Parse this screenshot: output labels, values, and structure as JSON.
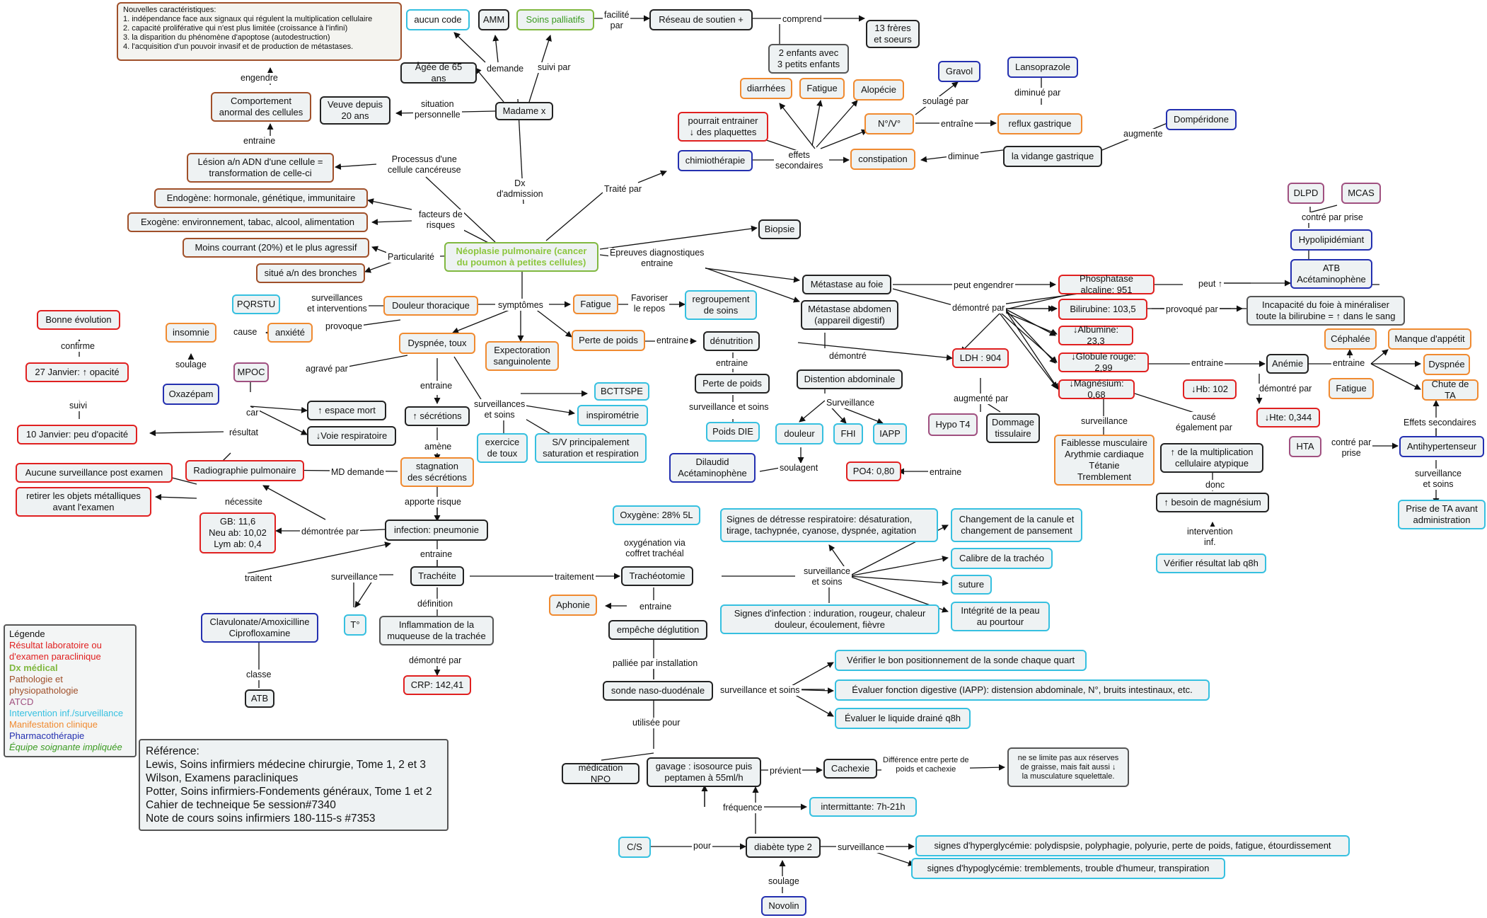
{
  "center": "Néoplasie pulmonaire (cancer\ndu poumon à petites cellules)",
  "nodes": {
    "nouvelles": "Nouvelles caractéristiques:\n1. indépendance face aux signaux qui régulent la multiplication cellulaire\n2. capacité proliférative qui n'est plus limitée (croissance à l'infini)\n3. la disparition du phénomène d'apoptose (autodestruction)\n4. l'acquisition d'un pouvoir invasif et de production de métastases.",
    "aucun_code": "aucun code",
    "amm": "AMM",
    "soins_palliatifs": "Soins palliatifs",
    "reseau": "Réseau de soutien +",
    "freres": "13 frères\net soeurs",
    "enfants": "2 enfants avec\n3 petits enfants",
    "age": "Âgée de 65 ans",
    "veuve": "Veuve depuis\n20 ans",
    "madame": "Madame x",
    "comportement": "Comportement\nanormal des cellules",
    "lesion": "Lésion a/n ADN d'une cellule =\ntransformation de celle-ci",
    "endogene": "Endogène: hormonale, génétique, immunitaire",
    "exogene": "Exogène: environnement, tabac, alcool, alimentation",
    "moins_courant": "Moins courrant (20%) et le plus agressif",
    "situe": "situé a/n des bronches",
    "diarrhees": "diarrhées",
    "fatigue_top": "Fatigue",
    "alopecie": "Alopécie",
    "gravol": "Gravol",
    "lansoprazole": "Lansoprazole",
    "plaquettes": "pourrait entrainer\n↓ des plaquettes",
    "nv": "N°/V°",
    "reflux": "reflux gastrique",
    "domperidone": "Dompéridone",
    "chimio": "chimiothérapie",
    "constipation": "constipation",
    "vidange": "la vidange gastrique",
    "dlpd": "DLPD",
    "mcas": "MCAS",
    "hypolip": "Hypolipidémiant",
    "atb_aceta": "ATB\nAcétaminophène",
    "biopsie": "Biopsie",
    "metastase_foie": "Métastase au foie",
    "metastase_abdomen": "Métastase abdomen\n(appareil digestif)",
    "phosphatase": "Phosphatase alcaline: 951",
    "bilirubine": "Bilirubine: 103,5",
    "incapacite": "Incapacité du foie à minéraliser\ntoute la bilirubine = ↑ dans le sang",
    "albumine": "↓Albumine: 23,3",
    "globule": "↓Globule rouge: 2,99",
    "anemie": "Anémie",
    "hb": "↓Hb: 102",
    "hte": "↓Hte: 0,344",
    "magnesium": "↓Magnésium: 0,68",
    "faiblesse": "Faiblesse musculaire\nArythmie cardiaque\nTétanie\nTremblement",
    "multiplication": "↑ de la multiplication\ncellulaire atypique",
    "besoin_mg": "↑ besoin de magnésium",
    "verifier_lab": "Vérifier résultat lab q8h",
    "cephalee": "Céphalée",
    "manque_appetit": "Manque d'appétit",
    "dyspnee_r": "Dyspnée",
    "fatigue_r": "Fatigue",
    "chute_ta": "Chute de TA",
    "hta": "HTA",
    "antihypertenseur": "Antihypertenseur",
    "prise_ta": "Prise de TA avant\nadministration",
    "ldh": "LDH : 904",
    "hypo_t4": "Hypo T4",
    "dommage": "Dommage\ntissulaire",
    "po4": "PO4: 0,80",
    "distention": "Distention abdominale",
    "douleur_s": "douleur",
    "fhi": "FHI",
    "iapp": "IAPP",
    "dilaudid": "Dilaudid\nAcétaminophène",
    "pqrstu": "PQRSTU",
    "douleur_thor": "Douleur thoracique",
    "fatigue_c": "Fatigue",
    "regroupement": "regroupement\nde soins",
    "anxiete": "anxiété",
    "insomnie": "insomnie",
    "oxazepam": "Oxazépam",
    "bonne_evol": "Bonne évolution",
    "jan27": "27 Janvier: ↑ opacité",
    "jan10": "10 Janvier: peu d'opacité",
    "mpoc": "MPOC",
    "espace_mort": "↑ espace mort",
    "voie_resp": "↓Voie respiratoire",
    "dyspnee_toux": "Dyspnée, toux",
    "expectoration": "Expectoration\nsanguinolente",
    "perte_poids": "Perte de poids",
    "denutrition": "dénutrition",
    "perte_poids2": "Perte de poids",
    "poids_die": "Poids DIE",
    "bcttspe": "BCTTSPE",
    "inspirometrie": "inspirométrie",
    "secretions": "↑ sécrétions",
    "exercice_toux": "exercice\nde toux",
    "sv_principalement": "S/V principalement\nsaturation et respiration",
    "stagnation": "stagnation\ndes sécrétions",
    "radio": "Radiographie pulmonaire",
    "aucune_surv": "Aucune surveillance post examen",
    "retirer": "retirer les objets métalliques\navant l'examen",
    "gb": "GB: 11,6\nNeu ab: 10,02\nLym ab: 0,4",
    "infection": "infection: pneumonie",
    "trachee": "Trachéite",
    "temp": "T°",
    "inflammation": "Inflammation de la\nmuqueuse de la trachée",
    "crp": "CRP: 142,41",
    "clavulonate": "Clavulonate/Amoxicilline\nCiprofloxamine",
    "atb": "ATB",
    "oxygene": "Oxygène: 28% 5L",
    "tracheotomie": "Trachéotomie",
    "aphonie": "Aphonie",
    "empeche": "empêche déglutition",
    "detresse": "Signes de détresse respiratoire: désaturation,\ntirage, tachypnée, cyanose, dyspnée, agitation",
    "canule": "Changement de la canule et\nchangement de pansement",
    "calibre": "Calibre de la trachéo",
    "suture": "suture",
    "integrite": "Intégrité de la peau\nau pourtour",
    "signes_infection": "Signes d'infection : induration, rougeur, chaleur\ndouleur, écoulement, fièvre",
    "sonde": "sonde naso-duodénale",
    "verifier_sonde": "Vérifier le bon positionnement de la sonde chaque quart",
    "evaluer_fonction": "Évaluer fonction digestive (IAPP): distension abdominale, N°, bruits intestinaux, etc.",
    "evaluer_liquide": "Évaluer le liquide drainé q8h",
    "medication_npo": "médication NPO",
    "gavage": "gavage : isosource puis\npeptamen à 55ml/h",
    "cachexie": "Cachexie",
    "ne_limite": "ne se limite pas aux réserves\nde graisse, mais fait aussi ↓\nla musculature squelettale.",
    "intermittante": "intermittante: 7h-21h",
    "cs": "C/S",
    "diabete": "diabète type 2",
    "hyperglycemie": "signes d'hyperglycémie: polydispsie, polyphagie, polyurie, perte de poids, fatigue, étourdissement",
    "hypoglycemie": "signes d'hypoglycémie: tremblements, trouble d'humeur, transpiration",
    "novolin": "Novolin"
  },
  "labels": {
    "engendre": "engendre",
    "entraine_les": "entraine",
    "processus": "Processus d'une\ncellule cancéreuse",
    "demande": "demande",
    "suivi_par": "suivi par",
    "facilite_par": "facilité\npar",
    "comprend": "comprend",
    "situation": "situation\npersonnelle",
    "dx": "Dx\nd'admission",
    "facteurs": "facteurs de\nrisques",
    "particularite": "Particularité",
    "traite_par": "Traité par",
    "effets_sec": "effets\nsecondaires",
    "soulage_par": "soulagé par",
    "entraine_nv": "entraîne",
    "diminue_par": "diminué par",
    "diminue": "diminue",
    "augmente": "augmente",
    "contre_prise": "contré par prise",
    "peut": "peut ↑",
    "epreuves": "Épreuves diagnostiques\nentraine",
    "peut_engendrer": "peut engendrer",
    "demontre_par": "démontré par",
    "provoque_par": "provoqué par",
    "entraine_anemie": "entraine",
    "entraine_sympt": "entraine",
    "demontre_par_hb": "démontré par",
    "surveillance_mg": "surveillance",
    "cause_aussi": "causé\négalement par",
    "donc": "donc",
    "intervention_inf": "intervention\ninf.",
    "effets_secondaires": "Effets secondaires",
    "contre_hta": "contré par\nprise",
    "surv_soins_ta": "surveillance\net soins",
    "demontre": "démontré",
    "augmente_par": "augmenté par",
    "entraine_po4": "entraine",
    "surveillance": "Surveillance",
    "soulagent": "soulagent",
    "surv_interventions": "surveillances\net interventions",
    "provoque": "provoque",
    "cause": "cause",
    "soulage": "soulage",
    "symptomes": "symptômes",
    "favoriser": "Favoriser\nle repos",
    "entraine_den": "entraine",
    "entraine_pp": "entraine",
    "surv_soins_pp": "surveillance et soins",
    "confirme": "confirme",
    "suivi": "suivi",
    "resultat": "résultat",
    "agrave": "agravé par",
    "car": "car",
    "entraine_sec": "entraine",
    "surv_soins_dys": "surveillances\net soins",
    "amene": "amène",
    "md_demande": "MD demande",
    "necessite": "nécessite",
    "demontree_par": "démontrée par",
    "apporte": "apporte risque",
    "entraine_tr": "entraine",
    "traitent": "traitent",
    "surveillance_tr": "surveillance",
    "definition": "définition",
    "demontre_crp": "démontré par",
    "classe": "classe",
    "traitement": "traitement",
    "oxygenation": "oxygénation via\ncoffret trachéal",
    "entraine_aph": "entraine",
    "surv_soins_tracheo": "surveillance\net soins",
    "palliee": "palliée par installation",
    "surv_soins_sonde": "surveillance et soins",
    "utilisee": "utilisée pour",
    "previent": "prévient",
    "difference": "Différence entre perte de\npoids et cachexie",
    "frequence": "fréquence",
    "pour": "pour",
    "surveillance_diab": "surveillance",
    "soulage_diab": "soulage"
  },
  "legend": {
    "title": "Légende",
    "items": [
      {
        "text": "Résultat laboratoire ou",
        "color": "#e02020"
      },
      {
        "text": "d'examen paraclinique",
        "color": "#e02020"
      },
      {
        "text": "Dx médical",
        "color": "#80b840"
      },
      {
        "text": "Pathologie et",
        "color": "#a0502a"
      },
      {
        "text": "physiopathologie",
        "color": "#a0502a"
      },
      {
        "text": "ATCD",
        "color": "#a05080"
      },
      {
        "text": "Intervention inf./surveillance",
        "color": "#36c0e0"
      },
      {
        "text": "Manifestation clinique",
        "color": "#f08a30"
      },
      {
        "text": "Pharmacothérapie",
        "color": "#2430b0"
      },
      {
        "text": "Équipe soignante impliquée",
        "color": "#3a9a20"
      }
    ]
  },
  "reference": {
    "title": "Référence:",
    "lines": [
      "Lewis, Soins infirmiers médecine chirurgie, Tome 1, 2 et 3",
      "Wilson, Examens paracliniques",
      "Potter, Soins infirmiers-Fondements généraux, Tome 1 et 2",
      "Cahier de techneique 5e session#7340",
      "Note de cours soins infirmiers 180-115-s #7353"
    ]
  }
}
